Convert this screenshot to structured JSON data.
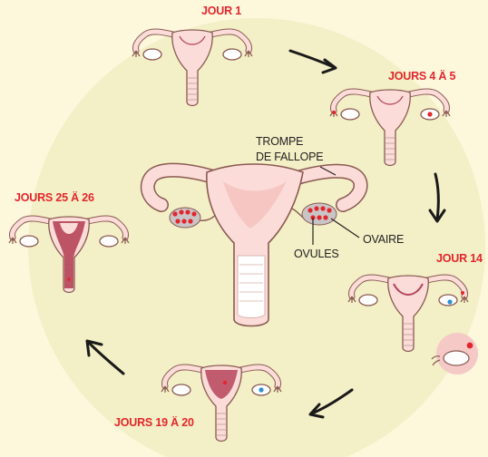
{
  "stages": [
    {
      "label": "JOUR 1"
    },
    {
      "label": "JOURS 4 Ä 5"
    },
    {
      "label": "JOUR 14"
    },
    {
      "label": "JOURS 19 Ä 20"
    },
    {
      "label": "JOURS 25 Ä 26"
    }
  ],
  "anatomy": {
    "tube_label_line1": "TROMPE",
    "tube_label_line2": "DE FALLOPE",
    "ovary_label": "OVAIRE",
    "ova_label": "OVULES"
  },
  "colors": {
    "background_circle": "#f3efc6",
    "page_background": "#fdf7dc",
    "organ_fill": "#fbdcd8",
    "organ_outline": "#8a5a52",
    "endometrium": "#b5455a",
    "ovum": "#e3262d",
    "ovum_released": "#2b8fd1",
    "label_red": "#e3262d",
    "arrow": "#1a1a1a"
  }
}
